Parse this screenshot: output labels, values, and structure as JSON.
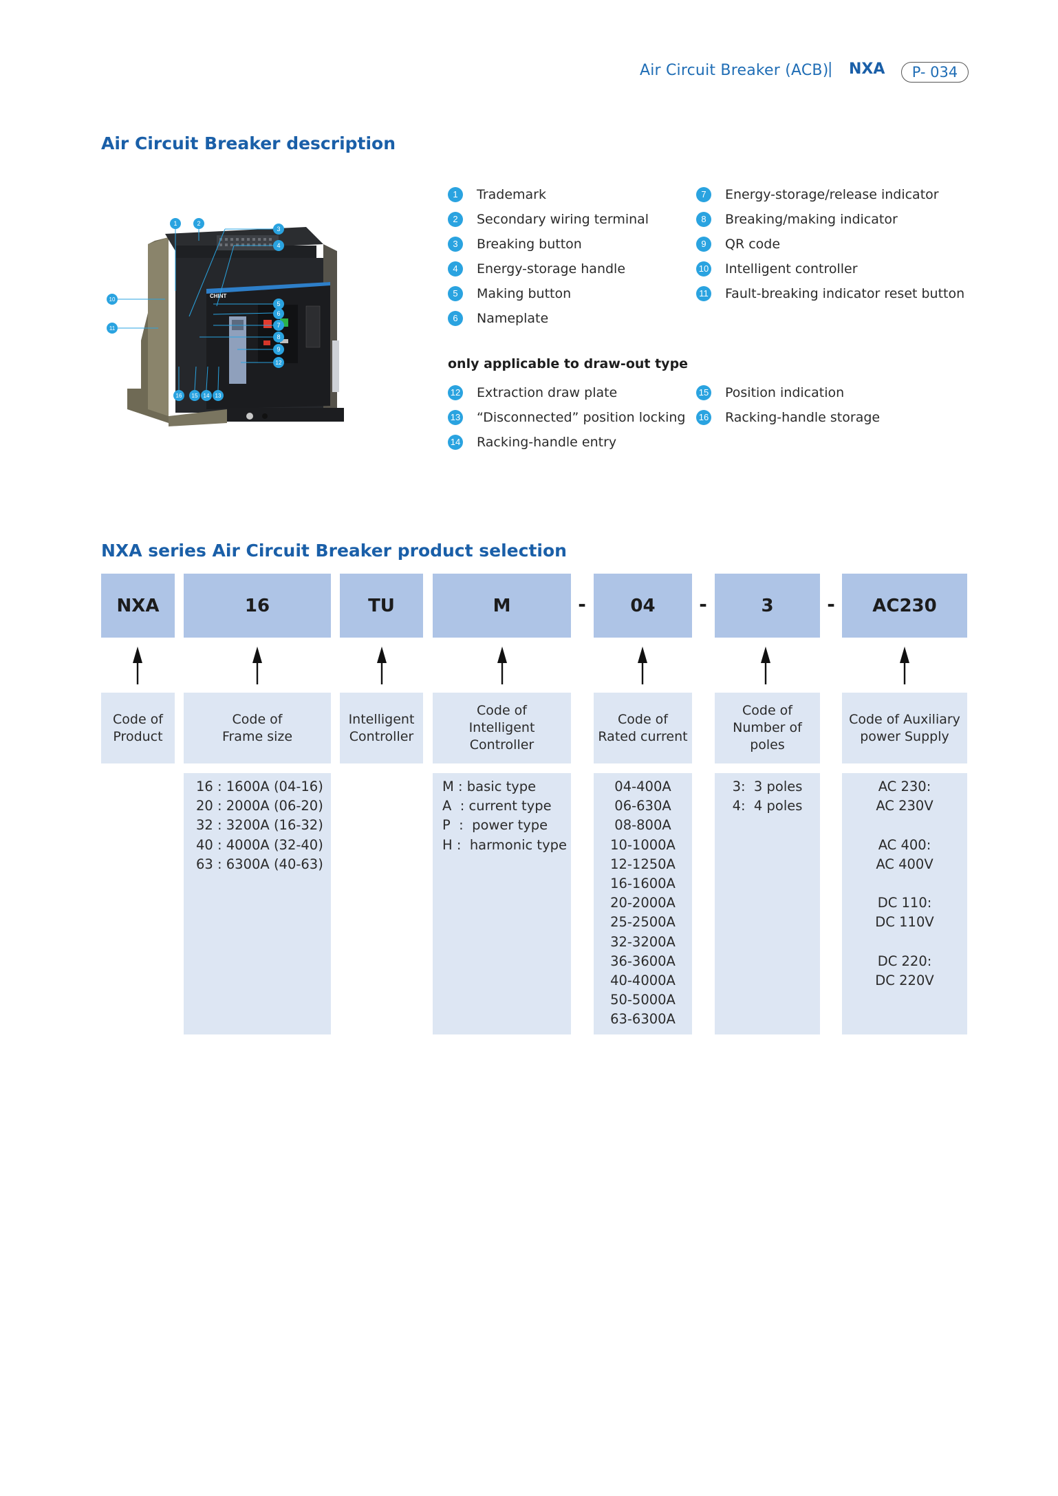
{
  "header": {
    "title": "Air Circuit Breaker (ACB)",
    "separator": "|",
    "series": "NXA",
    "page": "P- 034"
  },
  "description": {
    "title": "Air Circuit Breaker description",
    "image_label": "NXA air circuit breaker with numbered callouts",
    "brand_on_image": "CHINT",
    "items": [
      {
        "num": "1",
        "label": "Trademark"
      },
      {
        "num": "2",
        "label": "Secondary wiring terminal"
      },
      {
        "num": "3",
        "label": "Breaking button"
      },
      {
        "num": "4",
        "label": "Energy-storage handle"
      },
      {
        "num": "5",
        "label": "Making button"
      },
      {
        "num": "6",
        "label": "Nameplate"
      },
      {
        "num": "7",
        "label": "Energy-storage/release indicator"
      },
      {
        "num": "8",
        "label": "Breaking/making indicator"
      },
      {
        "num": "9",
        "label": "QR code"
      },
      {
        "num": "10",
        "label": "Intelligent controller"
      },
      {
        "num": "11",
        "label": "Fault-breaking indicator reset button"
      }
    ],
    "drawout_heading": "only applicable to draw-out type",
    "drawout_items": [
      {
        "num": "12",
        "label": "Extraction draw plate"
      },
      {
        "num": "13",
        "label": "“Disconnected” position locking"
      },
      {
        "num": "14",
        "label": "Racking-handle entry"
      },
      {
        "num": "15",
        "label": "Position indication"
      },
      {
        "num": "16",
        "label": "Racking-handle storage"
      }
    ],
    "callouts": [
      "1",
      "2",
      "3",
      "4",
      "5",
      "6",
      "7",
      "8",
      "9",
      "10",
      "11",
      "12",
      "13",
      "14",
      "15",
      "16"
    ]
  },
  "selection": {
    "title": "NXA series Air Circuit Breaker product selection",
    "separator": "-",
    "columns": [
      {
        "code": "NXA",
        "label": "Code of\nProduct",
        "details": []
      },
      {
        "code": "16",
        "label": "Code of\nFrame size",
        "details": [
          "16 : 1600A (04-16)",
          "20 : 2000A (06-20)",
          "32 : 3200A (16-32)",
          "40 : 4000A (32-40)",
          "63 : 6300A (40-63)"
        ]
      },
      {
        "code": "TU",
        "label": "Intelligent\nController",
        "details": []
      },
      {
        "code": "M",
        "label": "Code of\nIntelligent\nController",
        "details": [
          "M : basic type",
          "A  : current type",
          "P  :  power type",
          "H :  harmonic type"
        ]
      },
      {
        "code": "04",
        "label": "Code of\nRated current",
        "details": [
          "04-400A",
          "06-630A",
          "08-800A",
          "10-1000A",
          "12-1250A",
          "16-1600A",
          "20-2000A",
          "25-2500A",
          "32-3200A",
          "36-3600A",
          "40-4000A",
          "50-5000A",
          "63-6300A"
        ]
      },
      {
        "code": "3",
        "label": "Code of\nNumber of\npoles",
        "details": [
          "3:  3 poles",
          "4:  4 poles"
        ]
      },
      {
        "code": "AC230",
        "label": "Code of Auxiliary\npower Supply",
        "details": [
          "AC 230:",
          "AC 230V",
          "",
          "AC 400:",
          "AC 400V",
          "",
          "DC 110:",
          "DC 110V",
          "",
          "DC 220:",
          "DC 220V"
        ]
      }
    ]
  },
  "colors": {
    "brand_blue": "#1a5fa8",
    "callout_blue": "#2aa3e0",
    "code_box": "#aec4e6",
    "detail_box": "#dde6f3"
  }
}
